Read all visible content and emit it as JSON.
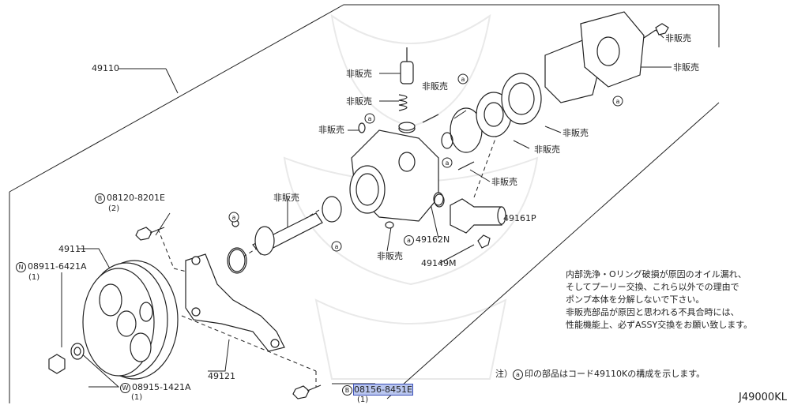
{
  "diagram_code": "J49000KL",
  "callouts": {
    "assy": "49110",
    "pulley": "49111",
    "bracket": "49121",
    "outlet_pipe": "49161P",
    "oring_code": "49162N",
    "outlet_bolt": "49149M",
    "bolt_top": "08120-8201E",
    "bolt_top_qty": "(2)",
    "nut": "08911-6421A",
    "nut_qty": "(1)",
    "washer": "08915-1421A",
    "washer_qty": "(1)",
    "bolt_bottom": "08156-8451E",
    "bolt_bottom_qty": "(1)"
  },
  "prefixes": {
    "nut": "N",
    "washer": "W",
    "bolt": "B",
    "assy_mark": "a"
  },
  "not_for_sale": "非販売",
  "notes": {
    "line1": "内部洗浄・Oリング破損が原因のオイル漏れ、",
    "line2": "そしてプーリー交換、これら以外での理由で",
    "line3": "ポンプ本体を分解しないで下さい。",
    "line4": "非販売部品が原因と思われる不具合時には、",
    "line5": "性能機能上、必ずASSY交換をお願い致します。",
    "footnote_prefix": "注）",
    "footnote_text": "印の部品はコード49110Kの構成を示します。"
  },
  "colors": {
    "line": "#222222",
    "highlight": "#b9c6ef",
    "highlight_border": "#3a4fb8"
  }
}
